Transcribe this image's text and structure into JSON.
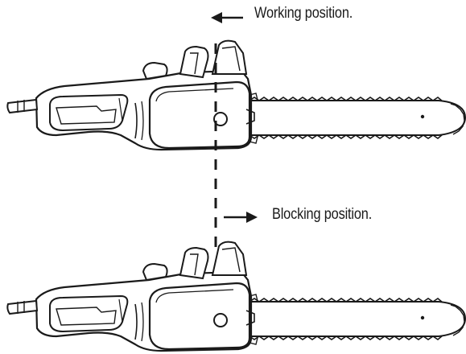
{
  "labels": {
    "working": "Working position.",
    "blocking": "Blocking position."
  },
  "illustrations": [
    {
      "name": "chainsaw-working",
      "state": "working"
    },
    {
      "name": "chainsaw-blocking",
      "state": "blocking"
    }
  ],
  "colors": {
    "ink": "#1a1a1a",
    "background": "#ffffff"
  }
}
